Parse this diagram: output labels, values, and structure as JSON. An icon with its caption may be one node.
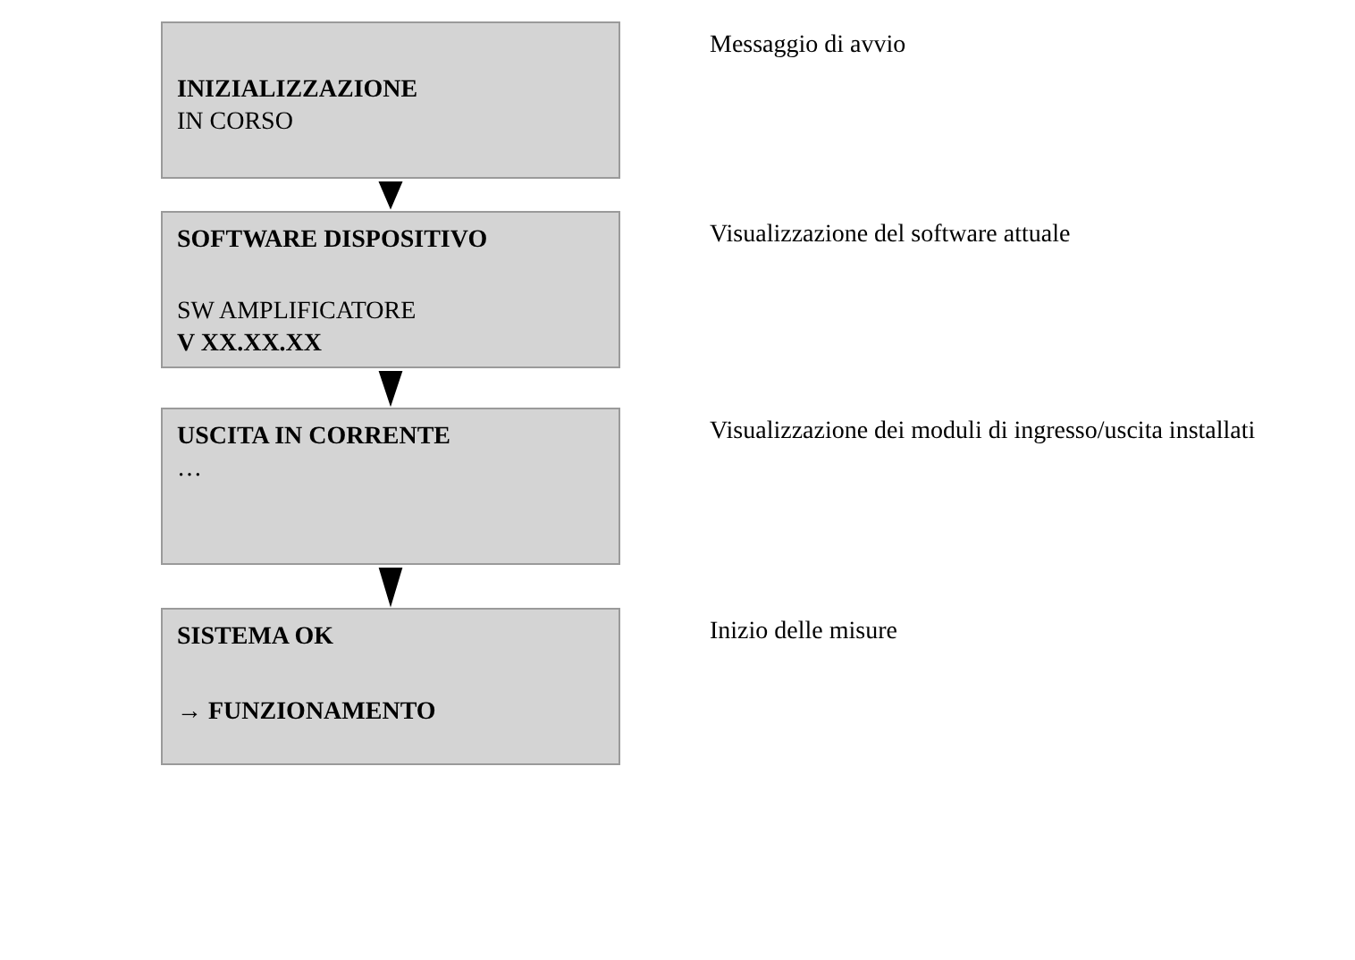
{
  "diagram": {
    "nodes": [
      {
        "text": [
          "INIZIALIZZAZIONE",
          "IN CORSO"
        ],
        "beside": [
          "Messaggio di avvio"
        ]
      },
      {
        "text": [
          "SOFTWARE DISPOSITIVO",
          "SW AMPLIFICATORE",
          "V XX.XX.XX"
        ],
        "beside": [
          "Visualizzazione del software attuale"
        ]
      },
      {
        "text": [
          "USCITA IN CORRENTE",
          "…"
        ],
        "beside": [
          "Visualizzazione dei moduli di ingresso/uscita installati"
        ]
      },
      {
        "text": [
          "SISTEMA OK",
          "→ FUNZIONAMENTO"
        ],
        "beside": [
          "Inizio delle misure"
        ]
      }
    ],
    "edges": [
      {
        "from": 0,
        "to": 1,
        "arrow": "to"
      },
      {
        "from": 1,
        "to": 2,
        "arrow": "to"
      },
      {
        "from": 2,
        "to": 3,
        "arrow": "to"
      }
    ]
  }
}
